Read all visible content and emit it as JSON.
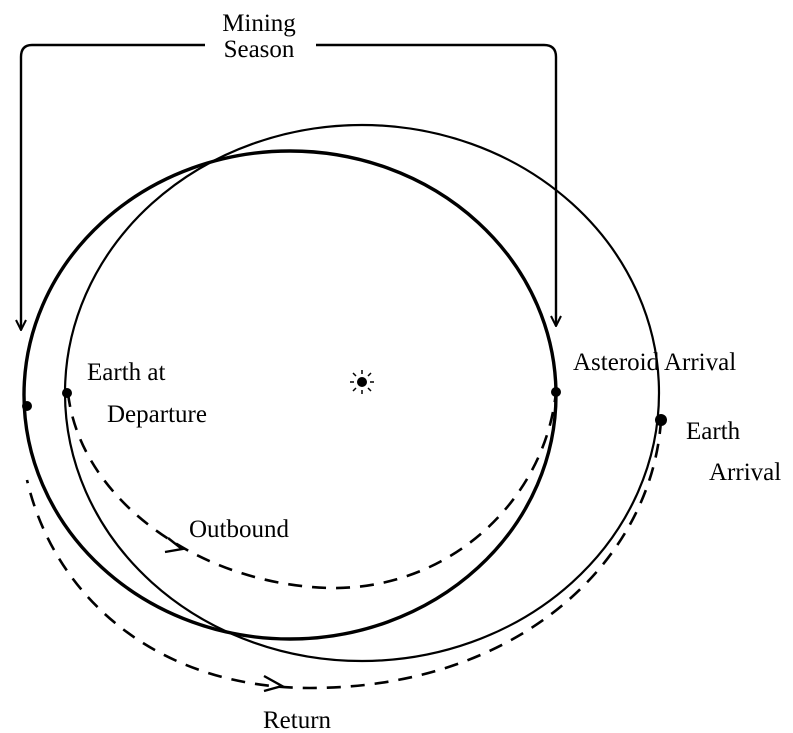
{
  "labels": {
    "mining_line1": "Mining",
    "mining_line2": "Season",
    "earth_departure_line1": "Earth at",
    "earth_departure_line2": "Departure",
    "asteroid_arrival": "Asteroid Arrival",
    "earth_arrival_line1": "Earth",
    "earth_arrival_line2": "Arrival",
    "outbound": "Outbound",
    "return": "Return"
  },
  "icons": {
    "sun": "sun-icon"
  },
  "colors": {
    "ink": "#000000",
    "background": "#ffffff"
  }
}
